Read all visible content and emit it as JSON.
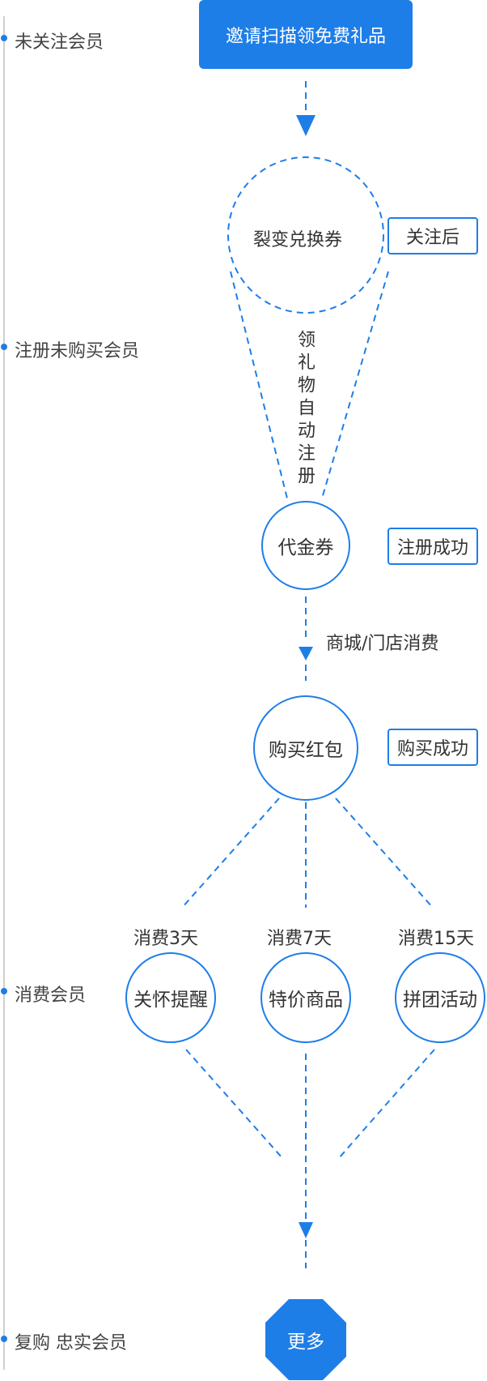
{
  "stages": [
    {
      "label": "未关注会员"
    },
    {
      "label": "注册未购买会员"
    },
    {
      "label": "消费会员"
    },
    {
      "label": "复购 忠实会员"
    }
  ],
  "start_button": {
    "label": "邀请扫描领免费礼品"
  },
  "fission_coupon": {
    "label": "裂变兑换券"
  },
  "tags": {
    "follow": "关注后",
    "register": "注册成功",
    "purchase": "购买成功"
  },
  "vertical_note": "领礼物自动注册",
  "voucher": {
    "label": "代金券"
  },
  "mall_note": "商城/门店消费",
  "red_packet": {
    "label": "购买红包"
  },
  "branches": [
    {
      "condition": "消费3天",
      "label": "关怀提醒"
    },
    {
      "condition": "消费7天",
      "label": "特价商品"
    },
    {
      "condition": "消费15天",
      "label": "拼团活动"
    }
  ],
  "more": {
    "label": "更多"
  },
  "colors": {
    "accent": "#1e7ee8",
    "timeline": "#cccccc"
  }
}
